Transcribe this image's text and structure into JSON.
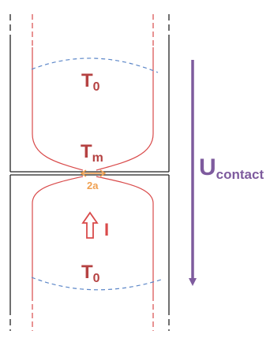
{
  "labels": {
    "t0_top_base": "T",
    "t0_top_sub": "0",
    "tm_base": "T",
    "tm_sub": "m",
    "gap": "2a",
    "current": "I",
    "t0_bottom_base": "T",
    "t0_bottom_sub": "0",
    "u_base": "U",
    "u_sub": "contact"
  },
  "colors": {
    "outline": "#222222",
    "red": "#d94a4a",
    "red_text": "#b54242",
    "blue_dash": "#5b86c8",
    "orange": "#f0a050",
    "purple": "#7e5b9e"
  },
  "icons": {
    "current_arrow": "up-arrow-outline-icon",
    "voltage_arrow": "down-arrow-icon",
    "gap_arrow": "double-arrow-icon"
  }
}
